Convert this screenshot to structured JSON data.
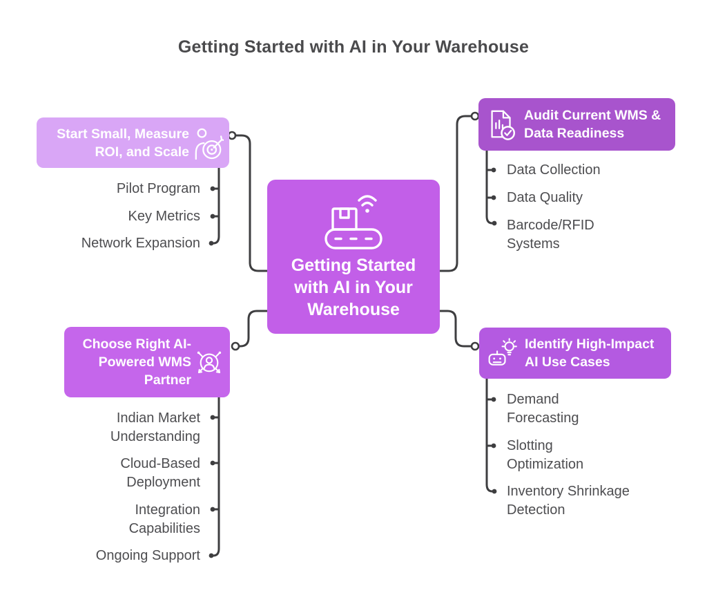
{
  "title": "Getting Started with AI in Your Warehouse",
  "center": {
    "label": "Getting Started\nwith AI in Your\nWarehouse",
    "icon": "warehouse-conveyor-wifi-icon",
    "color": "#c25fe8"
  },
  "branches": [
    {
      "id": "start-small-measure-roi-scale",
      "label": "Start Small, Measure\nROI, and Scale",
      "icon": "person-target-icon",
      "color": "#d9a6f6",
      "side": "top-left",
      "items": [
        "Pilot Program",
        "Key Metrics",
        "Network Expansion"
      ]
    },
    {
      "id": "audit-current-wms-data-readiness",
      "label": "Audit Current WMS &\nData Readiness",
      "icon": "document-chart-check-icon",
      "color": "#a854cd",
      "side": "top-right",
      "items": [
        "Data Collection",
        "Data Quality",
        "Barcode/RFID\nSystems"
      ]
    },
    {
      "id": "choose-right-ai-wms-partner",
      "label": "Choose Right AI-\nPowered WMS\nPartner",
      "icon": "partner-selection-icon",
      "color": "#c566eb",
      "side": "bottom-left",
      "items": [
        "Indian Market\nUnderstanding",
        "Cloud-Based\nDeployment",
        "Integration\nCapabilities",
        "Ongoing Support"
      ]
    },
    {
      "id": "identify-high-impact-ai-use-cases",
      "label": "Identify High-Impact\nAI Use Cases",
      "icon": "robot-lightbulb-icon",
      "color": "#b45ae1",
      "side": "bottom-right",
      "items": [
        "Demand\nForecasting",
        "Slotting\nOptimization",
        "Inventory Shrinkage\nDetection"
      ]
    }
  ],
  "palette": {
    "background": "#ffffff",
    "title_text": "#4a4a4c",
    "item_text": "#4d4d50",
    "connector_line": "#3e3e40",
    "node_text": "#ffffff"
  }
}
